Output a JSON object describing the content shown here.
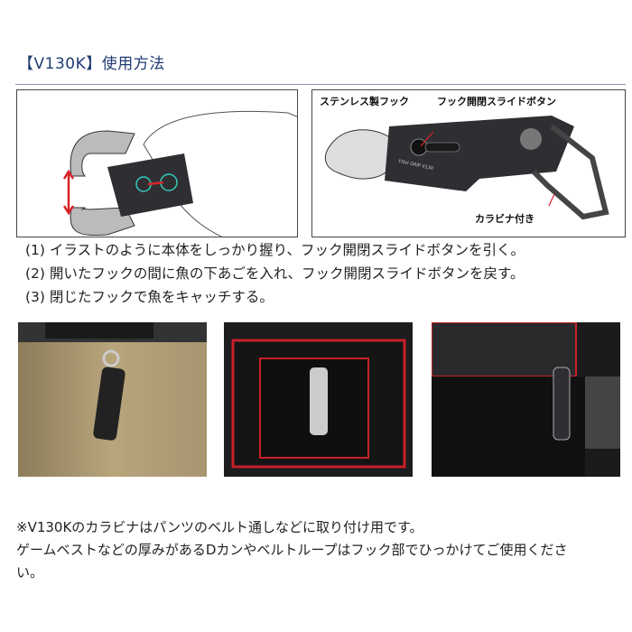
{
  "title": "【V130K】使用方法",
  "diagram_right": {
    "label_hook": "ステンレス製フック",
    "label_slide_button": "フック開閉スライドボタン",
    "label_carabiner": "カラビナ付き",
    "product_print": "FISH GRIP V130"
  },
  "steps": [
    "(1) イラストのように本体をしっかり握り、フック開閉スライドボタンを引く。",
    "(2) 開いたフックの間に魚の下あごを入れ、フック開閉スライドボタンを戻す。",
    "(3) 閉じたフックで魚をキャッチする。"
  ],
  "notes": [
    "※V130Kのカラビナはパンツのベルト通しなどに取り付け用です。",
    "ゲームベストなどの厚みがあるDカンやベルトループはフック部でひっかけてご使用くださ",
    "い。"
  ],
  "colors": {
    "title": "#1f3b73",
    "arrow": "#d8232a",
    "body": "#2f2f33"
  }
}
